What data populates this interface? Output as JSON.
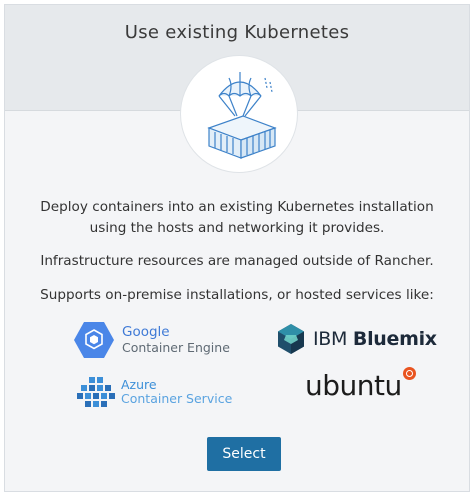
{
  "card": {
    "title": "Use existing Kubernetes",
    "hero_icon": "parachute-container-icon"
  },
  "description": {
    "line1": "Deploy containers into an existing Kubernetes installation using the hosts and networking it provides.",
    "line2": "Infrastructure resources are managed outside of Rancher.",
    "line3": "Supports on-premise installations, or hosted services like:"
  },
  "providers": {
    "gke": {
      "brand": "Google",
      "product": "Container Engine",
      "icon": "google-container-engine-icon"
    },
    "ibm": {
      "brand": "IBM",
      "product": "Bluemix",
      "icon": "ibm-bluemix-icon"
    },
    "azure": {
      "brand": "Azure",
      "product": "Container Service",
      "icon": "azure-container-service-icon"
    },
    "ubuntu": {
      "word": "ubuntu",
      "icon": "ubuntu-circle-of-friends-icon"
    }
  },
  "actions": {
    "select_label": "Select"
  },
  "colors": {
    "header_bg": "#e6e9ec",
    "card_bg": "#f4f5f7",
    "button_bg": "#1f6fa3",
    "google_blue": "#3f7ad6",
    "azure_blue": "#3c8fd8",
    "ubuntu_orange": "#e95420"
  }
}
